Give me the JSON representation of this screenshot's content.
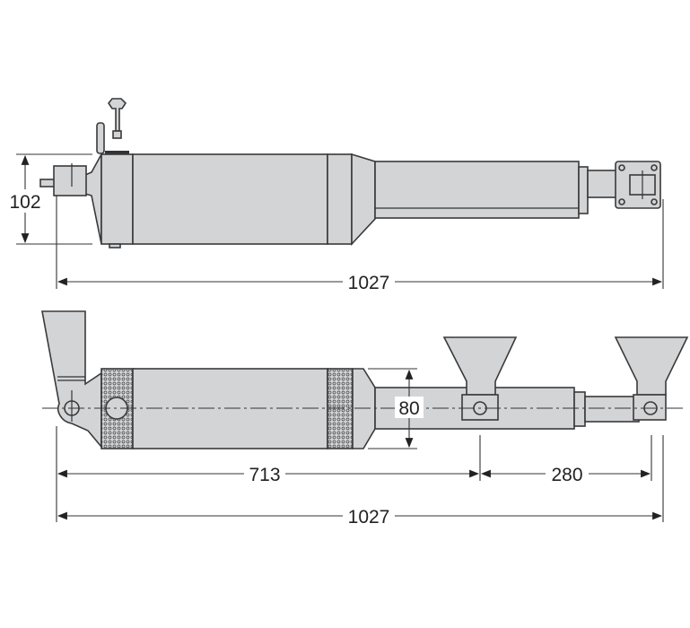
{
  "dimensions": {
    "top_height": "102",
    "top_length": "1027",
    "bottom_height": "80",
    "bottom_span_a": "713",
    "bottom_span_b": "280",
    "bottom_length": "1027"
  },
  "colors": {
    "body": "#d3d4d6",
    "outline": "#3a3a3a"
  }
}
